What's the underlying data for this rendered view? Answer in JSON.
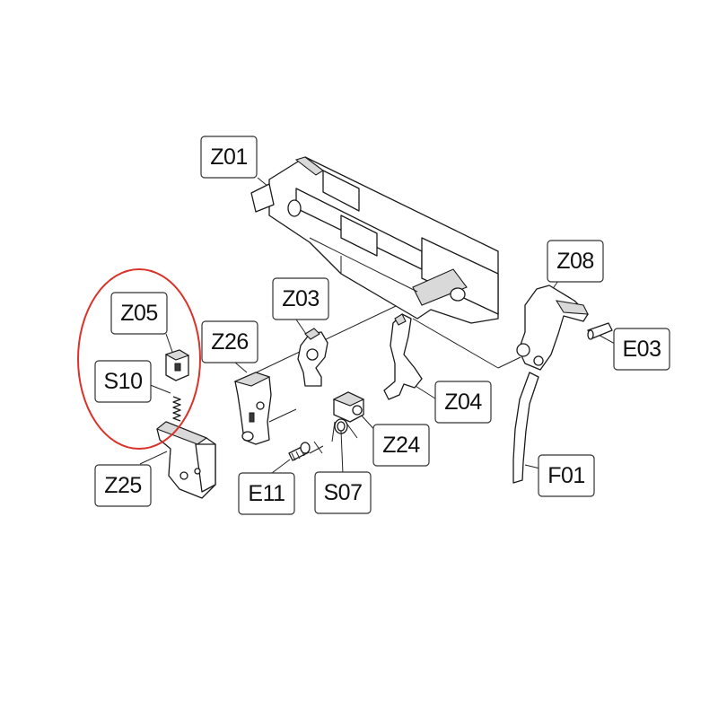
{
  "diagram": {
    "labels": {
      "z01": "Z01",
      "z03": "Z03",
      "z04": "Z04",
      "z05": "Z05",
      "z08": "Z08",
      "z24": "Z24",
      "z25": "Z25",
      "z26": "Z26",
      "s07": "S07",
      "s10": "S10",
      "e03": "E03",
      "e11": "E11",
      "f01": "F01"
    },
    "highlight_color": "#d9342b"
  }
}
